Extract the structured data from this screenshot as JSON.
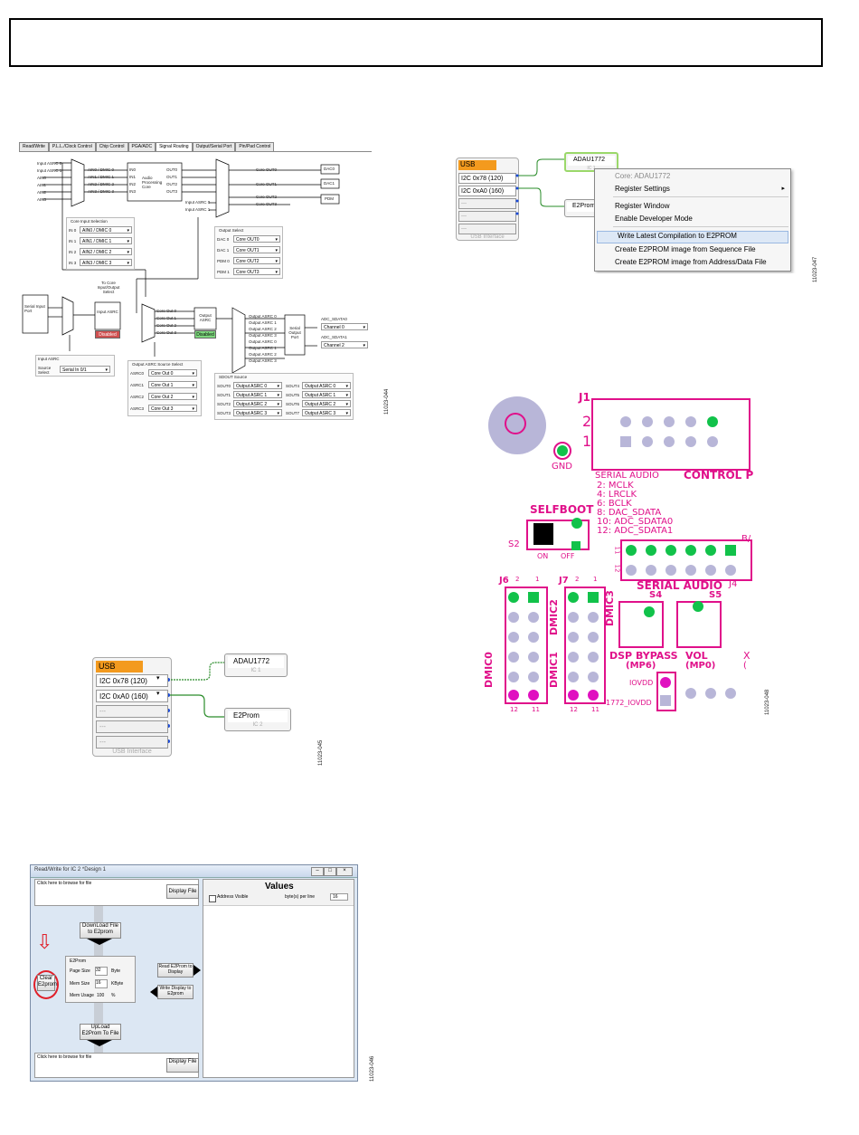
{
  "fig_ids": {
    "signal_routing": "11023-044",
    "context_menu": "11023-047",
    "usb_interface": "11023-045",
    "pcb": "11023-048",
    "read_write": "11023-046"
  },
  "signal_routing": {
    "tabs": [
      "Read/Write",
      "P.L.L./Clock Control",
      "Chip Control",
      "PGA/ADC",
      "Signal Routing",
      "Output/Serial Port",
      "Pin/Pad Control"
    ],
    "inputs_left": [
      "Input ASRC 0",
      "Input ASRC 1",
      "AIN0",
      "AIN1",
      "AIN2",
      "AIN3"
    ],
    "mux_out": [
      "AIN0 / DMIC 0",
      "AIN1 / DMIC 1",
      "AIN2 / DMIC 2",
      "AIN3 / DMIC 3"
    ],
    "core_in": [
      "IN0",
      "IN1",
      "IN2",
      "IN3"
    ],
    "core_label": "Audio Processing Core",
    "core_out": [
      "OUT0",
      "OUT1",
      "OUT2",
      "OUT3"
    ],
    "input_asrc_extra": [
      "Input ASRC 0",
      "Input ASRC 1"
    ],
    "core_outs": [
      "Core OUT0",
      "Core OUT1",
      "Core OUT2",
      "Core OUT3"
    ],
    "dacs": [
      "DAC0",
      "DAC1",
      "PDM"
    ],
    "core_input_title": "Core Input Selection",
    "core_input_rows": [
      {
        "label": "IN 0",
        "value": "AIN0 / DMIC 0"
      },
      {
        "label": "IN 1",
        "value": "AIN1 / DMIC 1"
      },
      {
        "label": "IN 2",
        "value": "AIN2 / DMIC 2"
      },
      {
        "label": "IN 3",
        "value": "AIN3 / DMIC 3"
      }
    ],
    "output_select_title": "Output Select",
    "output_select_rows": [
      {
        "label": "DAC 0",
        "value": "Core OUT0"
      },
      {
        "label": "DAC 1",
        "value": "Core OUT1"
      },
      {
        "label": "PDM 0",
        "value": "Core OUT2"
      },
      {
        "label": "PDM 1",
        "value": "Core OUT3"
      }
    ],
    "serial_input_port": "Serial Input Port",
    "input_asrc_block": "Input ASRC",
    "to_core": "To Core Input/Output Select",
    "disabled": "Disabled",
    "core_outs_asrc": [
      "Core Out 0",
      "Core Out 1",
      "Core Out 2",
      "Core Out 3"
    ],
    "output_asrc_block": "Output ASRC",
    "output_asrc_state": "Disabled",
    "serial_outs": [
      "Output ASRC 0",
      "Output ASRC 1",
      "Output ASRC 2",
      "Output ASRC 3",
      "Output ASRC 0",
      "Output ASRC 1",
      "Output ASRC 2",
      "Output ASRC 3"
    ],
    "serial_output_port": "Serial Output Port",
    "adc_sdata0": "ADC_SDATA0",
    "adc_sdata1": "ADC_SDATA1",
    "ch0": "Channel 0",
    "ch2": "Channel 2",
    "input_asrc_title": "Input ASRC",
    "source_select_label": "Source Select",
    "source_select_value": "Serial In 0/1",
    "oasrc_title": "Output ASRC Source Select",
    "oasrc_rows": [
      {
        "label": "ASRC0",
        "value": "Core Out 0"
      },
      {
        "label": "ASRC1",
        "value": "Core Out 1"
      },
      {
        "label": "ASRC2",
        "value": "Core Out 2"
      },
      {
        "label": "ASRC3",
        "value": "Core Out 3"
      }
    ],
    "sdout_title": "SDOUT Source",
    "sdout_left": [
      {
        "label": "SOUT0",
        "value": "Output ASRC 0"
      },
      {
        "label": "SOUT1",
        "value": "Output ASRC 1"
      },
      {
        "label": "SOUT2",
        "value": "Output ASRC 2"
      },
      {
        "label": "SOUT3",
        "value": "Output ASRC 3"
      }
    ],
    "sdout_right": [
      {
        "label": "SOUT4",
        "value": "Output ASRC 0"
      },
      {
        "label": "SOUT5",
        "value": "Output ASRC 1"
      },
      {
        "label": "SOUT6",
        "value": "Output ASRC 2"
      },
      {
        "label": "SOUT7",
        "value": "Output ASRC 3"
      }
    ]
  },
  "usb_small": {
    "title": "USB",
    "rows": [
      "I2C 0x78 (120)",
      "I2C 0xA0 (160)",
      "---",
      "---",
      "---"
    ],
    "footer": "USB Interface",
    "ic1_name": "ADAU1772",
    "ic1_sub": "IC 1",
    "ic2_name": "E2Prom",
    "context_menu": [
      "Core: ADAU1772",
      "Register Settings",
      "Register Window",
      "Enable Developer Mode",
      "Write Latest Compilation to E2PROM",
      "Create E2PROM image from Sequence File",
      "Create E2PROM image from Address/Data File"
    ]
  },
  "usb_large": {
    "title": "USB",
    "rows": [
      "I2C 0x78 (120)",
      "I2C 0xA0 (160)",
      "---",
      "---",
      "---"
    ],
    "footer": "USB Interface",
    "ic1_name": "ADAU1772",
    "ic1_sub": "IC 1",
    "ic2_name": "E2Prom",
    "ic2_sub": "IC 2"
  },
  "pcb": {
    "j1": "J1",
    "row2": "2",
    "row1": "1",
    "gnd": "GND",
    "serial_audio_label": "SERIAL AUDIO",
    "control_p": "CONTROL P",
    "pin_list": [
      "2: MCLK",
      "4: LRCLK",
      "6: BCLK",
      "8: DAC_SDATA",
      "10: ADC_SDATA0",
      "12: ADC_SDATA1"
    ],
    "selfboot": "SELFBOOT",
    "s2": "S2",
    "on": "ON",
    "off": "OFF",
    "b": "B/",
    "j4_pin11": "11",
    "j4_pin12": "12",
    "serial_audio": "SERIAL AUDIO",
    "j4": "J4",
    "j6": "J6",
    "j7": "J7",
    "dmic0": "DMIC0",
    "dmic1": "DMIC1",
    "dmic2": "DMIC2",
    "dmic3": "DMIC3",
    "s4": "S4",
    "s5": "S5",
    "dsp_bypass": "DSP BYPASS",
    "mp6": "(MP6)",
    "vol": "VOL",
    "mp0": "(MP0)",
    "iovdd": "IOVDD",
    "iovdd_1772": "1772_IOVDD",
    "pin_nums": [
      "2",
      "1",
      "2",
      "1",
      "12",
      "11",
      "12",
      "11"
    ],
    "edge_x": "X",
    "edge_paren": "("
  },
  "read_write": {
    "title": "Read/Write for IC 2 *Design 1",
    "browse_top": "Click here to browse for file",
    "display_file": "Display File",
    "download": "DownLoad File to E2prom",
    "clear": "Clear E2prom",
    "e2prom": "E2Prom",
    "page_size_label": "Page Size",
    "page_size_value": "32",
    "page_size_unit": "Byte",
    "mem_size_label": "Mem Size",
    "mem_size_value": "16",
    "mem_size_unit": "KByte",
    "mem_usage_label": "Mem Usage",
    "mem_usage_value": "100",
    "mem_usage_unit": "%",
    "read_to_display": "Read E2Prom to Display",
    "write_display": "Write Display to E2prom",
    "upload": "UpLoad E2Prom To File",
    "browse_bottom": "Click here to browse for file",
    "display_file_2": "Display File",
    "values_title": "Values",
    "address_visible": "Address Visible",
    "bytes_per_line": "byte(s) per line",
    "bytes_value": "16"
  }
}
